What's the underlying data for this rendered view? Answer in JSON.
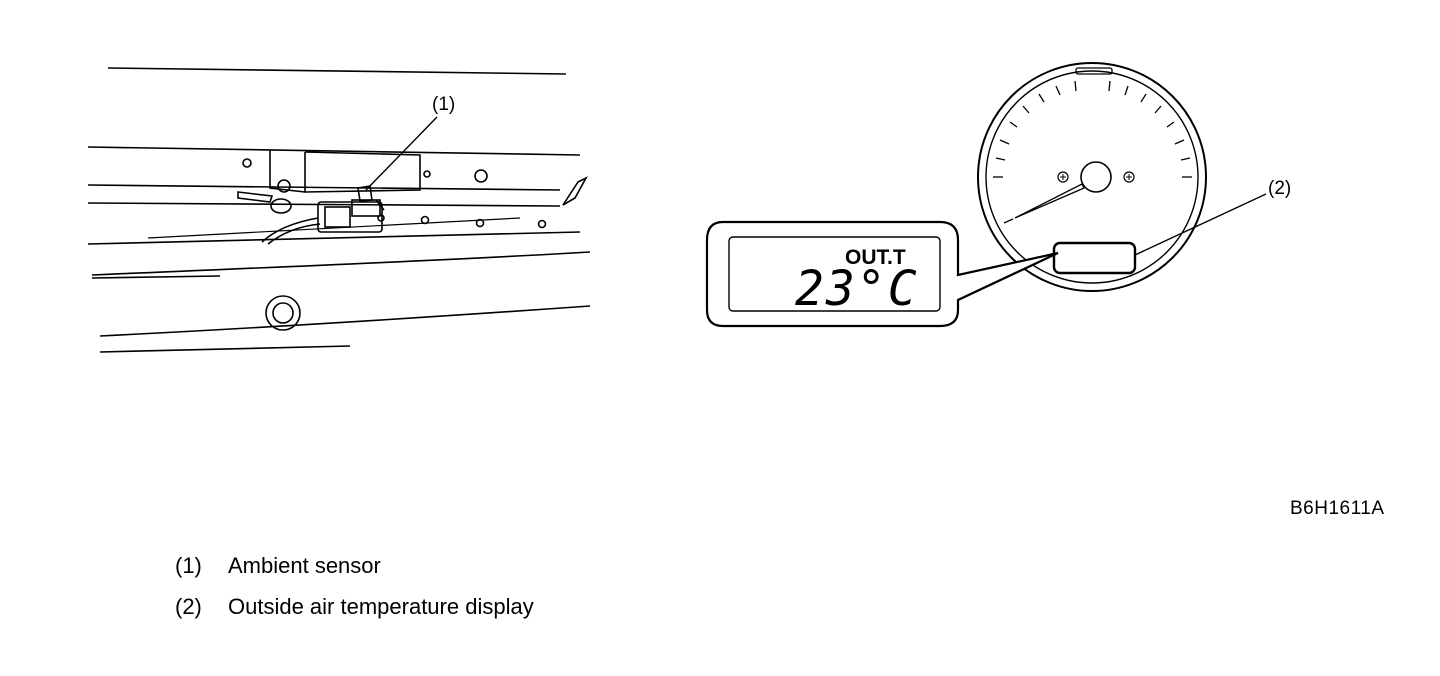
{
  "figure_code": "B6H1611A",
  "callouts": {
    "c1": "(1)",
    "c2": "(2)"
  },
  "display": {
    "label": "OUT.T",
    "value": "23°C"
  },
  "legend": [
    {
      "num": "(1)",
      "text": "Ambient sensor"
    },
    {
      "num": "(2)",
      "text": "Outside air temperature display"
    }
  ]
}
